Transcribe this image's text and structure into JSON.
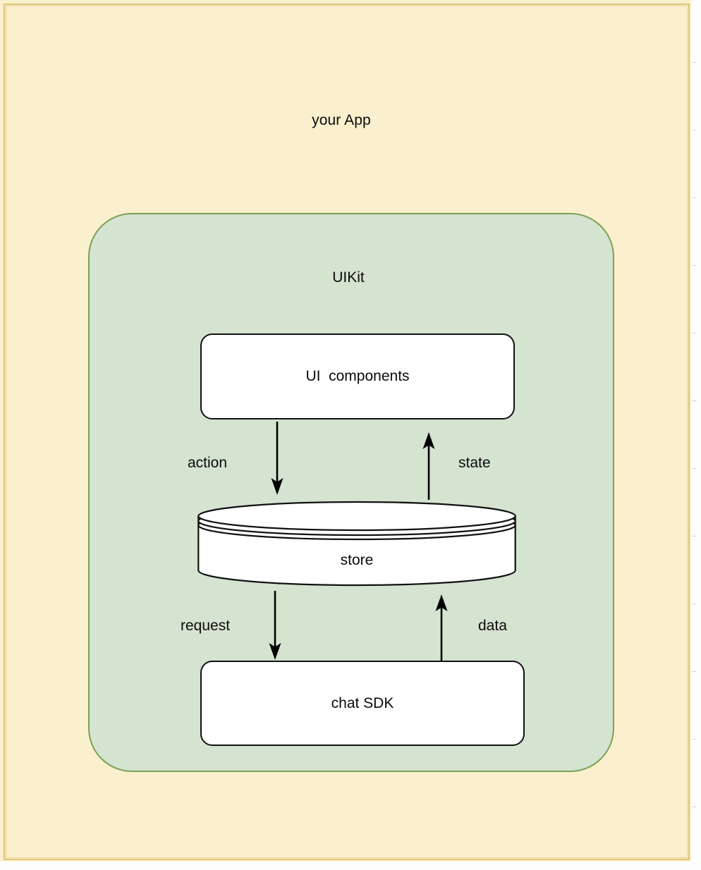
{
  "diagram": {
    "title": "your App",
    "container": {
      "label": "UIKit",
      "fill": "#d5e3d1",
      "stroke": "#7aa255"
    },
    "canvas": {
      "background": "#fbf0cd",
      "frame_color": "#dec376"
    },
    "nodes": [
      {
        "id": "ui-components",
        "label": "UI  components",
        "shape": "rounded-rectangle",
        "fill": "#ffffff",
        "stroke": "#111111"
      },
      {
        "id": "store",
        "label": "store",
        "shape": "cylinder",
        "fill": "#ffffff",
        "stroke": "#111111"
      },
      {
        "id": "chat-sdk",
        "label": "chat SDK",
        "shape": "rounded-rectangle",
        "fill": "#ffffff",
        "stroke": "#111111"
      }
    ],
    "edges": [
      {
        "id": "action",
        "label": "action",
        "from": "ui-components",
        "to": "store",
        "direction": "down"
      },
      {
        "id": "state",
        "label": "state",
        "from": "store",
        "to": "ui-components",
        "direction": "up"
      },
      {
        "id": "request",
        "label": "request",
        "from": "store",
        "to": "chat-sdk",
        "direction": "down"
      },
      {
        "id": "data",
        "label": "data",
        "from": "chat-sdk",
        "to": "store",
        "direction": "up"
      }
    ]
  }
}
